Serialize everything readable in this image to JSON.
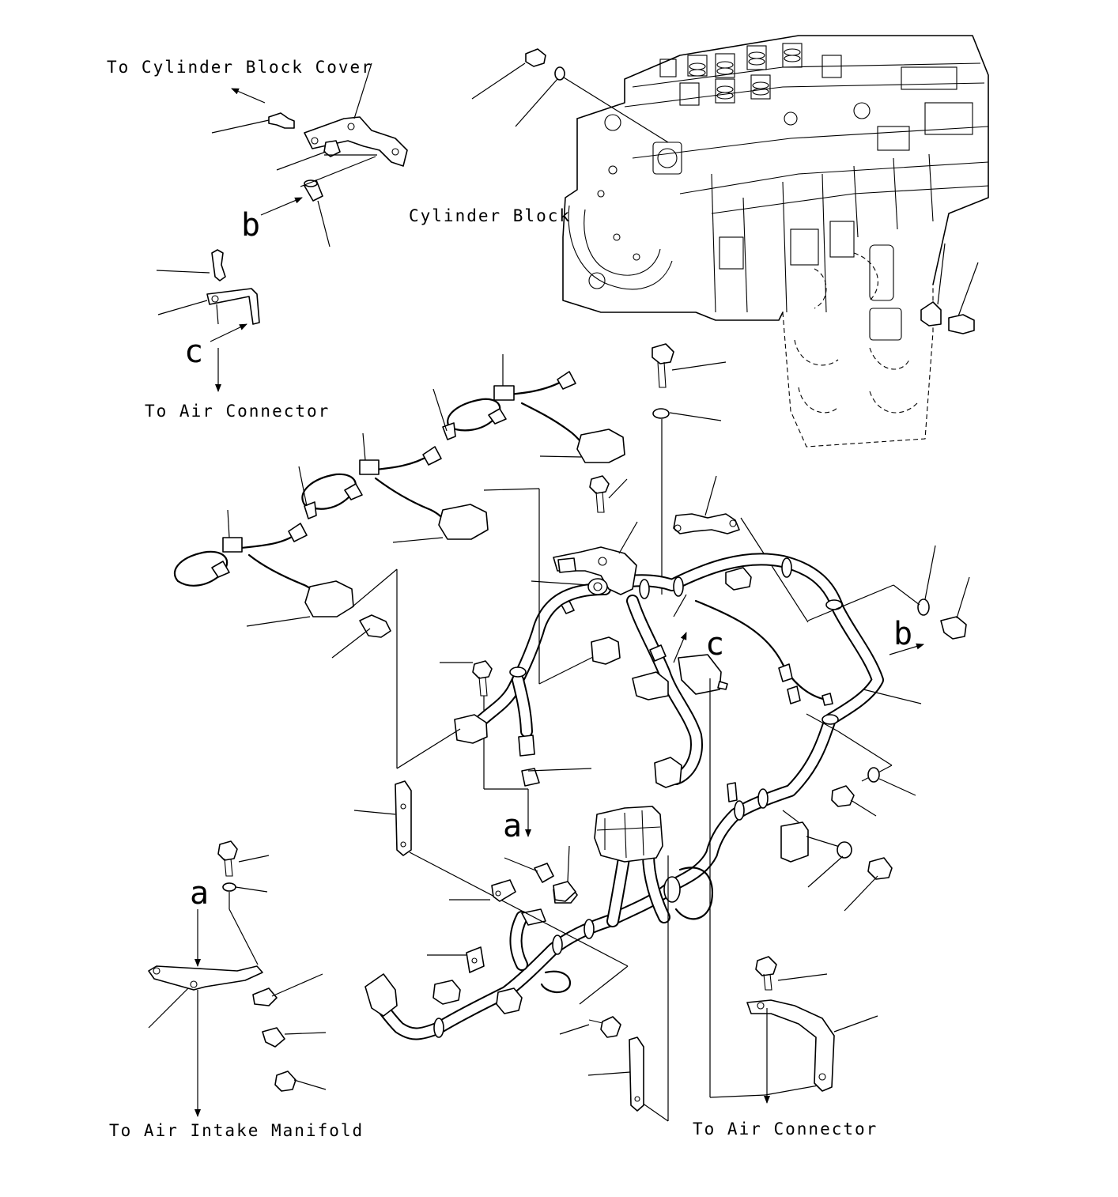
{
  "labels": {
    "to_cylinder_block_cover": "To Cylinder Block Cover",
    "cylinder_block": "Cylinder Block",
    "to_air_connector_upper": "To Air Connector",
    "to_air_intake_manifold": "To Air Intake Manifold",
    "to_air_connector_lower": "To Air Connector"
  },
  "refs": {
    "a": "a",
    "b": "b",
    "c": "c"
  }
}
